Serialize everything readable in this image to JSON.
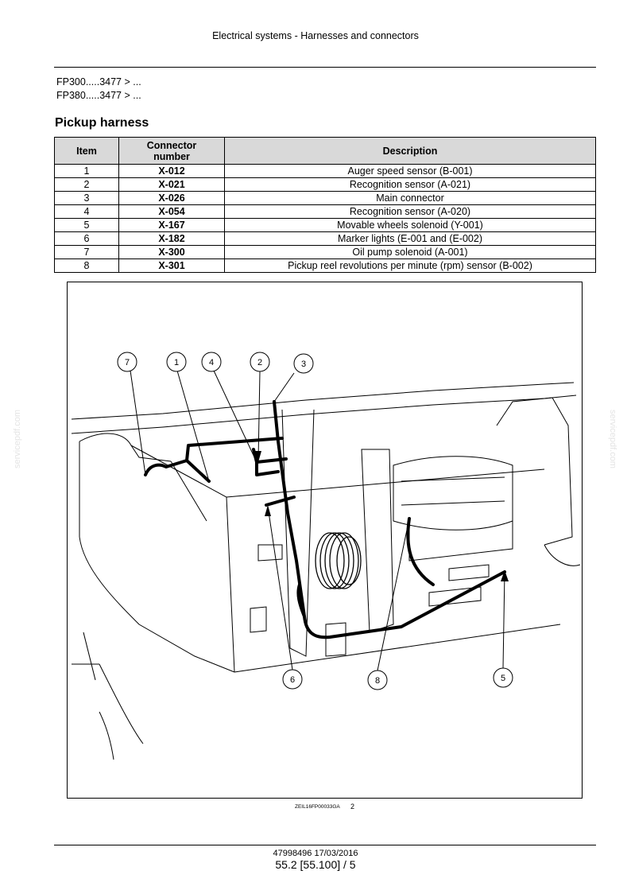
{
  "header": {
    "title": "Electrical systems - Harnesses and connectors"
  },
  "applicability": [
    "FP300.....3477 > ...",
    "FP380.....3477 > ..."
  ],
  "section": {
    "title": "Pickup harness"
  },
  "table": {
    "headers": {
      "item": "Item",
      "connector": "Connector number",
      "description": "Description"
    },
    "rows": [
      {
        "item": "1",
        "connector": "X-012",
        "description": "Auger speed sensor (B-001)"
      },
      {
        "item": "2",
        "connector": "X-021",
        "description": "Recognition sensor (A-021)"
      },
      {
        "item": "3",
        "connector": "X-026",
        "description": "Main connector"
      },
      {
        "item": "4",
        "connector": "X-054",
        "description": "Recognition sensor (A-020)"
      },
      {
        "item": "5",
        "connector": "X-167",
        "description": "Movable wheels solenoid (Y-001)"
      },
      {
        "item": "6",
        "connector": "X-182",
        "description": "Marker lights (E-001 and (E-002)"
      },
      {
        "item": "7",
        "connector": "X-300",
        "description": "Oil pump solenoid (A-001)"
      },
      {
        "item": "8",
        "connector": "X-301",
        "description": "Pickup reel revolutions per minute (rpm) sensor (B-002)"
      }
    ]
  },
  "figure": {
    "callouts": [
      "7",
      "1",
      "4",
      "2",
      "3",
      "6",
      "8",
      "5"
    ],
    "reference": "ZEIL16FP00033GA",
    "number": "2"
  },
  "watermark": "servicepdf.com",
  "footer": {
    "doc": "47998496 17/03/2016",
    "page": "55.2 [55.100] / 5"
  }
}
